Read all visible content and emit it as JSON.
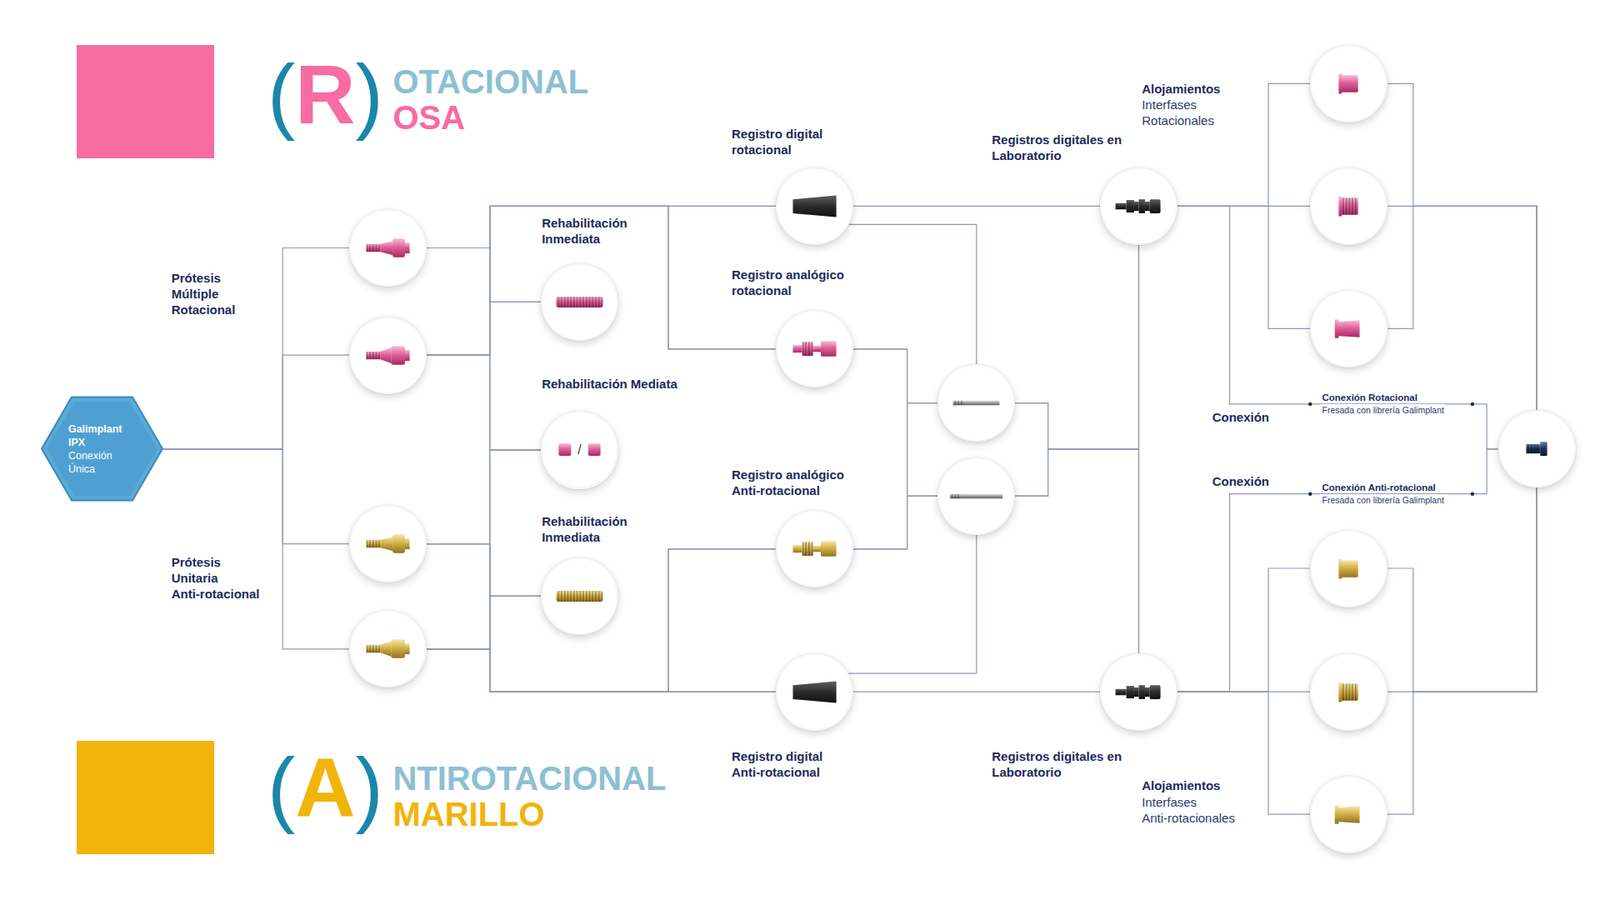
{
  "diagram": {
    "nodes": [
      {
        "text": [
          "Galimplant IPX",
          "Conexión Única"
        ]
      },
      {
        "text": []
      },
      {
        "text": []
      },
      {
        "text": []
      },
      {
        "text": []
      },
      {
        "text": [
          "Rehabilitación Inmediata"
        ]
      },
      {
        "text": [
          "Rehabilitación Mediata",
          "/"
        ]
      },
      {
        "text": [
          "Rehabilitación Inmediata"
        ]
      },
      {
        "text": [
          "Registro digital rotacional"
        ]
      },
      {
        "text": [
          "Registro analógico rotacional"
        ]
      },
      {
        "text": [
          "Registro analógico Anti-rotacional"
        ]
      },
      {
        "text": [
          "Registro digital Anti-rotacional"
        ]
      },
      {
        "text": []
      },
      {
        "text": []
      },
      {
        "text": [
          "Registros digitales en Laboratorio"
        ]
      },
      {
        "text": [
          "Registros digitales en Laboratorio"
        ]
      },
      {
        "text": []
      },
      {
        "text": []
      },
      {
        "text": []
      },
      {
        "text": []
      },
      {
        "text": []
      },
      {
        "text": []
      },
      {
        "text": []
      }
    ],
    "edges": [
      {
        "from": 0,
        "to": 1,
        "arrow": "none"
      },
      {
        "from": 0,
        "to": 2,
        "arrow": "none"
      },
      {
        "from": 0,
        "to": 3,
        "arrow": "none"
      },
      {
        "from": 0,
        "to": 4,
        "arrow": "none"
      },
      {
        "from": 1,
        "to": 5,
        "arrow": "none"
      },
      {
        "from": 1,
        "to": 6,
        "arrow": "none"
      },
      {
        "from": 1,
        "to": 8,
        "arrow": "none"
      },
      {
        "from": 1,
        "to": 9,
        "arrow": "none"
      },
      {
        "from": 2,
        "to": 5,
        "arrow": "none"
      },
      {
        "from": 2,
        "to": 6,
        "arrow": "none"
      },
      {
        "from": 2,
        "to": 8,
        "arrow": "none"
      },
      {
        "from": 2,
        "to": 9,
        "arrow": "none"
      },
      {
        "from": 3,
        "to": 7,
        "arrow": "none"
      },
      {
        "from": 3,
        "to": 6,
        "arrow": "none"
      },
      {
        "from": 3,
        "to": 11,
        "arrow": "none"
      },
      {
        "from": 3,
        "to": 10,
        "arrow": "none"
      },
      {
        "from": 4,
        "to": 7,
        "arrow": "none"
      },
      {
        "from": 4,
        "to": 6,
        "arrow": "none"
      },
      {
        "from": 4,
        "to": 11,
        "arrow": "none"
      },
      {
        "from": 4,
        "to": 10,
        "arrow": "none"
      },
      {
        "from": 8,
        "to": 14,
        "arrow": "none"
      },
      {
        "from": 8,
        "to": 12,
        "arrow": "none"
      },
      {
        "from": 9,
        "to": 12,
        "arrow": "none"
      },
      {
        "from": 9,
        "to": 13,
        "arrow": "none"
      },
      {
        "from": 10,
        "to": 12,
        "arrow": "none"
      },
      {
        "from": 10,
        "to": 13,
        "arrow": "none"
      },
      {
        "from": 11,
        "to": 15,
        "arrow": "none"
      },
      {
        "from": 11,
        "to": 13,
        "arrow": "none"
      },
      {
        "from": 12,
        "to": 14,
        "arrow": "none"
      },
      {
        "from": 12,
        "to": 15,
        "arrow": "none"
      },
      {
        "from": 13,
        "to": 14,
        "arrow": "none"
      },
      {
        "from": 13,
        "to": 15,
        "arrow": "none"
      },
      {
        "from": 14,
        "to": 16,
        "arrow": "none"
      },
      {
        "from": 14,
        "to": 17,
        "arrow": "none"
      },
      {
        "from": 14,
        "to": 18,
        "arrow": "none"
      },
      {
        "from": 14,
        "to": 22,
        "arrow": "none"
      },
      {
        "from": 15,
        "to": 19,
        "arrow": "none"
      },
      {
        "from": 15,
        "to": 20,
        "arrow": "none"
      },
      {
        "from": 15,
        "to": 21,
        "arrow": "none"
      },
      {
        "from": 15,
        "to": 22,
        "arrow": "none"
      },
      {
        "from": 16,
        "to": 22,
        "arrow": "none"
      },
      {
        "from": 17,
        "to": 22,
        "arrow": "none"
      },
      {
        "from": 18,
        "to": 22,
        "arrow": "none"
      },
      {
        "from": 19,
        "to": 22,
        "arrow": "none"
      },
      {
        "from": 20,
        "to": 22,
        "arrow": "none"
      },
      {
        "from": 21,
        "to": 22,
        "arrow": "none"
      }
    ],
    "labels": [
      "Prótesis Múltiple Rotacional",
      "Prótesis Unitaria Anti-rotacional",
      "Alojamientos",
      "Interfases Rotacionales",
      "Alojamientos",
      "Interfases Anti-rotacionales",
      "Conexión",
      "Conexión",
      "Conexión Rotacional",
      "Fresada con librería Galimplant",
      "Conexión Anti-rotacional",
      "Fresada con librería Galimplant",
      "OTACIONAL",
      "OSA",
      "NTIROTACIONAL",
      "MARILLO"
    ],
    "legend": [
      {
        "text": "(R)",
        "color": "#f76ca3"
      },
      {
        "text": "(A)",
        "color": "#f2b30a"
      }
    ]
  }
}
